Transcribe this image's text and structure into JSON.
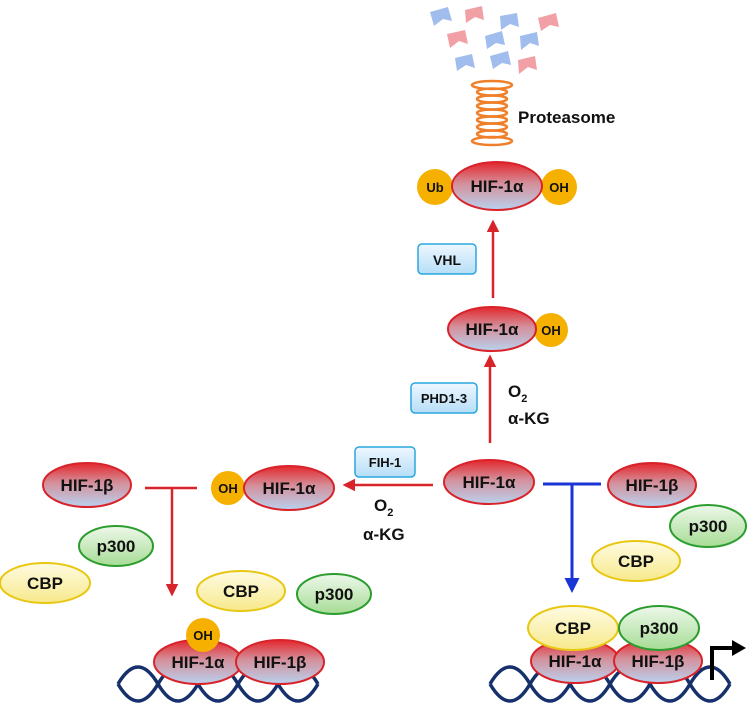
{
  "labels": {
    "hif1a": "HIF-1α",
    "hif1b": "HIF-1β",
    "oh": "OH",
    "ub": "Ub",
    "p300": "p300",
    "cbp": "CBP",
    "proteasome": "Proteasome",
    "vhl": "VHL",
    "phd": "PHD1-3",
    "fih": "FIH-1",
    "o2": "O",
    "o2_sub": "2",
    "akg": "α-KG"
  },
  "colors": {
    "red": "#d9232a",
    "blue_bar": "#1a35d6",
    "dna": "#15306b",
    "oh_fill": "#f5b000",
    "proteasome": "#f07f2a"
  },
  "icons": [
    "proteasome-icon",
    "peptide-fragment-icon",
    "dna-helix-icon",
    "transcription-start-arrow-icon"
  ]
}
